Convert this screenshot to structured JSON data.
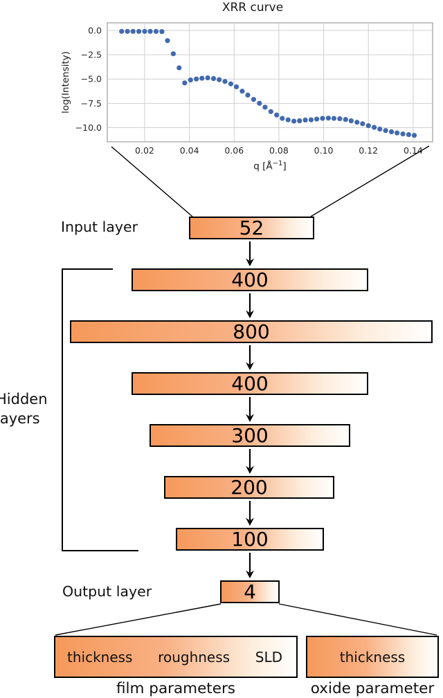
{
  "chart": {
    "title": "XRR curve",
    "ylabel": "log(Intensity)",
    "xlabel": {
      "base": "q [Å",
      "sup": "−1",
      "close": "]"
    }
  },
  "chart_data": {
    "type": "scatter",
    "title": "XRR curve",
    "xlabel": "q [Å^-1]",
    "ylabel": "log(Intensity)",
    "xlim": [
      0.0033,
      0.1487
    ],
    "ylim": [
      -11.46,
      0.78
    ],
    "x_ticks": [
      0.02,
      0.04,
      0.06,
      0.08,
      0.1,
      0.12,
      0.14
    ],
    "y_ticks": [
      0.0,
      -2.5,
      -5.0,
      -7.5,
      -10.0
    ],
    "grid": true,
    "point_color": "#4169ae",
    "x": [
      0.0097,
      0.0123,
      0.0148,
      0.0174,
      0.02,
      0.0225,
      0.0251,
      0.0277,
      0.0302,
      0.0328,
      0.0354,
      0.0379,
      0.0405,
      0.0431,
      0.0456,
      0.0482,
      0.0508,
      0.0533,
      0.0559,
      0.0585,
      0.061,
      0.0636,
      0.0661,
      0.0687,
      0.0713,
      0.0738,
      0.0764,
      0.079,
      0.0815,
      0.0841,
      0.0867,
      0.0892,
      0.0918,
      0.0944,
      0.0969,
      0.0995,
      0.1021,
      0.1046,
      0.1072,
      0.1098,
      0.1123,
      0.1149,
      0.1174,
      0.12,
      0.1226,
      0.1251,
      0.1277,
      0.1303,
      0.1328,
      0.1354,
      0.138,
      0.1405
    ],
    "y": [
      -0.1,
      -0.1,
      -0.1,
      -0.1,
      -0.1,
      -0.1,
      -0.1,
      -0.12,
      -1.05,
      -2.4,
      -3.85,
      -5.4,
      -5.1,
      -5.0,
      -4.92,
      -4.88,
      -4.95,
      -5.07,
      -5.25,
      -5.5,
      -5.8,
      -6.25,
      -6.65,
      -7.1,
      -7.5,
      -7.9,
      -8.35,
      -8.7,
      -9.05,
      -9.2,
      -9.33,
      -9.3,
      -9.22,
      -9.2,
      -9.12,
      -9.05,
      -9.02,
      -9.05,
      -9.08,
      -9.16,
      -9.3,
      -9.45,
      -9.6,
      -9.8,
      -9.97,
      -10.15,
      -10.3,
      -10.43,
      -10.55,
      -10.65,
      -10.72,
      -10.8
    ]
  },
  "diagram": {
    "input_label": "Input layer",
    "hidden_label_line1": "Hidden",
    "hidden_label_line2": "layers",
    "output_label": "Output layer",
    "input_layer": "52",
    "hidden_layers": [
      "400",
      "800",
      "400",
      "300",
      "200",
      "100"
    ],
    "output_layer": "4",
    "film_box": {
      "items": [
        "thickness",
        "roughness",
        "SLD"
      ],
      "caption": "film parameters"
    },
    "oxide_box": {
      "items": [
        "thickness"
      ],
      "caption": "oxide parameter"
    }
  },
  "colors": {
    "box_gradient_start": "#f6995b",
    "box_gradient_end": "#fffefe",
    "box_border": "#000000",
    "dot_blue": "#4169ae",
    "gridline": "#cfcfcf",
    "spine": "#9b9b9b"
  }
}
